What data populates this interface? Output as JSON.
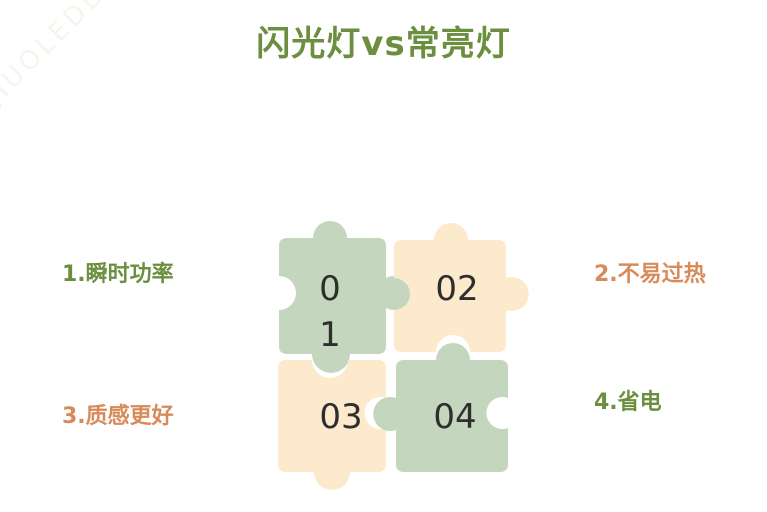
{
  "title": "闪光灯vs常亮灯",
  "watermark": "JIUOLEDD",
  "items": [
    {
      "label": "1.瞬时功率",
      "number": "0\n1"
    },
    {
      "label": "2.不易过热",
      "number": "02"
    },
    {
      "label": "3.质感更好",
      "number": "03"
    },
    {
      "label": "4.省电",
      "number": "04"
    }
  ],
  "colors": {
    "title": "#6b8f3f",
    "green_piece": "#c4d6be",
    "orange_piece": "#fde9cc",
    "green_text": "#6b8f3f",
    "orange_text": "#d98a5a"
  }
}
